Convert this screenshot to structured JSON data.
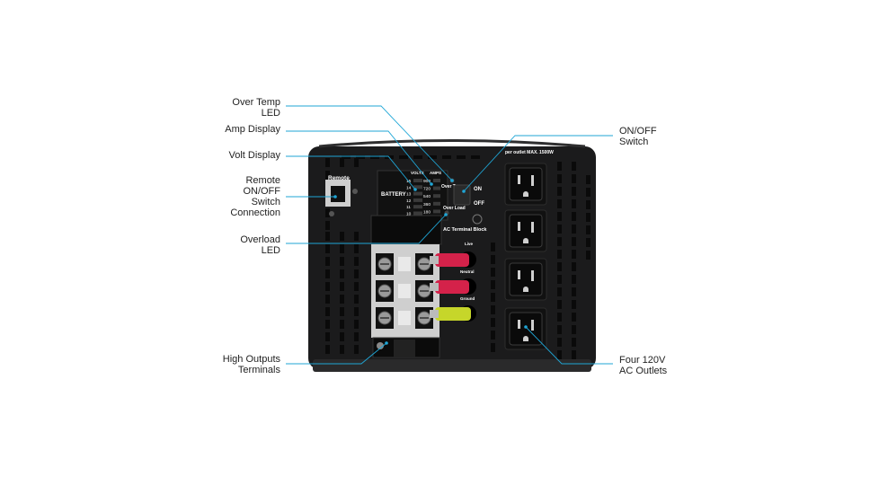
{
  "callouts": {
    "over_temp_led": [
      "Over Temp",
      "LED"
    ],
    "amp_display": [
      "Amp Display"
    ],
    "volt_display": [
      "Volt Display"
    ],
    "remote_switch": [
      "Remote",
      "ON/OFF",
      "Switch",
      "Connection"
    ],
    "overload_led": [
      "Overload",
      "LED"
    ],
    "high_outputs": [
      "High Outputs",
      "Terminals"
    ],
    "on_off_switch": [
      "ON/OFF",
      "Switch"
    ],
    "ac_outlets": [
      "Four 120V",
      "AC Outlets"
    ]
  },
  "panel": {
    "remote": "Remote",
    "battery": "BATTERY",
    "volts_header": "VOLTS",
    "amps_header": "AMPS",
    "volts_scale": [
      "15",
      "14",
      "13",
      "12",
      "11",
      "10"
    ],
    "amps_scale": [
      "900",
      "720",
      "540",
      "360",
      "180"
    ],
    "over_temp": "Over Temp",
    "over_load": "Over Load",
    "on": "ON",
    "off": "OFF",
    "outlet_max": "per outlet MAX. 1500W",
    "ac_terminal_block": "AC Terminal Block",
    "live": "Live",
    "neutral": "Neutral",
    "ground": "Ground"
  },
  "colors": {
    "callout_line": "#1fa6d6",
    "panel": "#1b1b1c",
    "live_wire": "#d4224a",
    "ground_wire": "#c6d62a"
  }
}
